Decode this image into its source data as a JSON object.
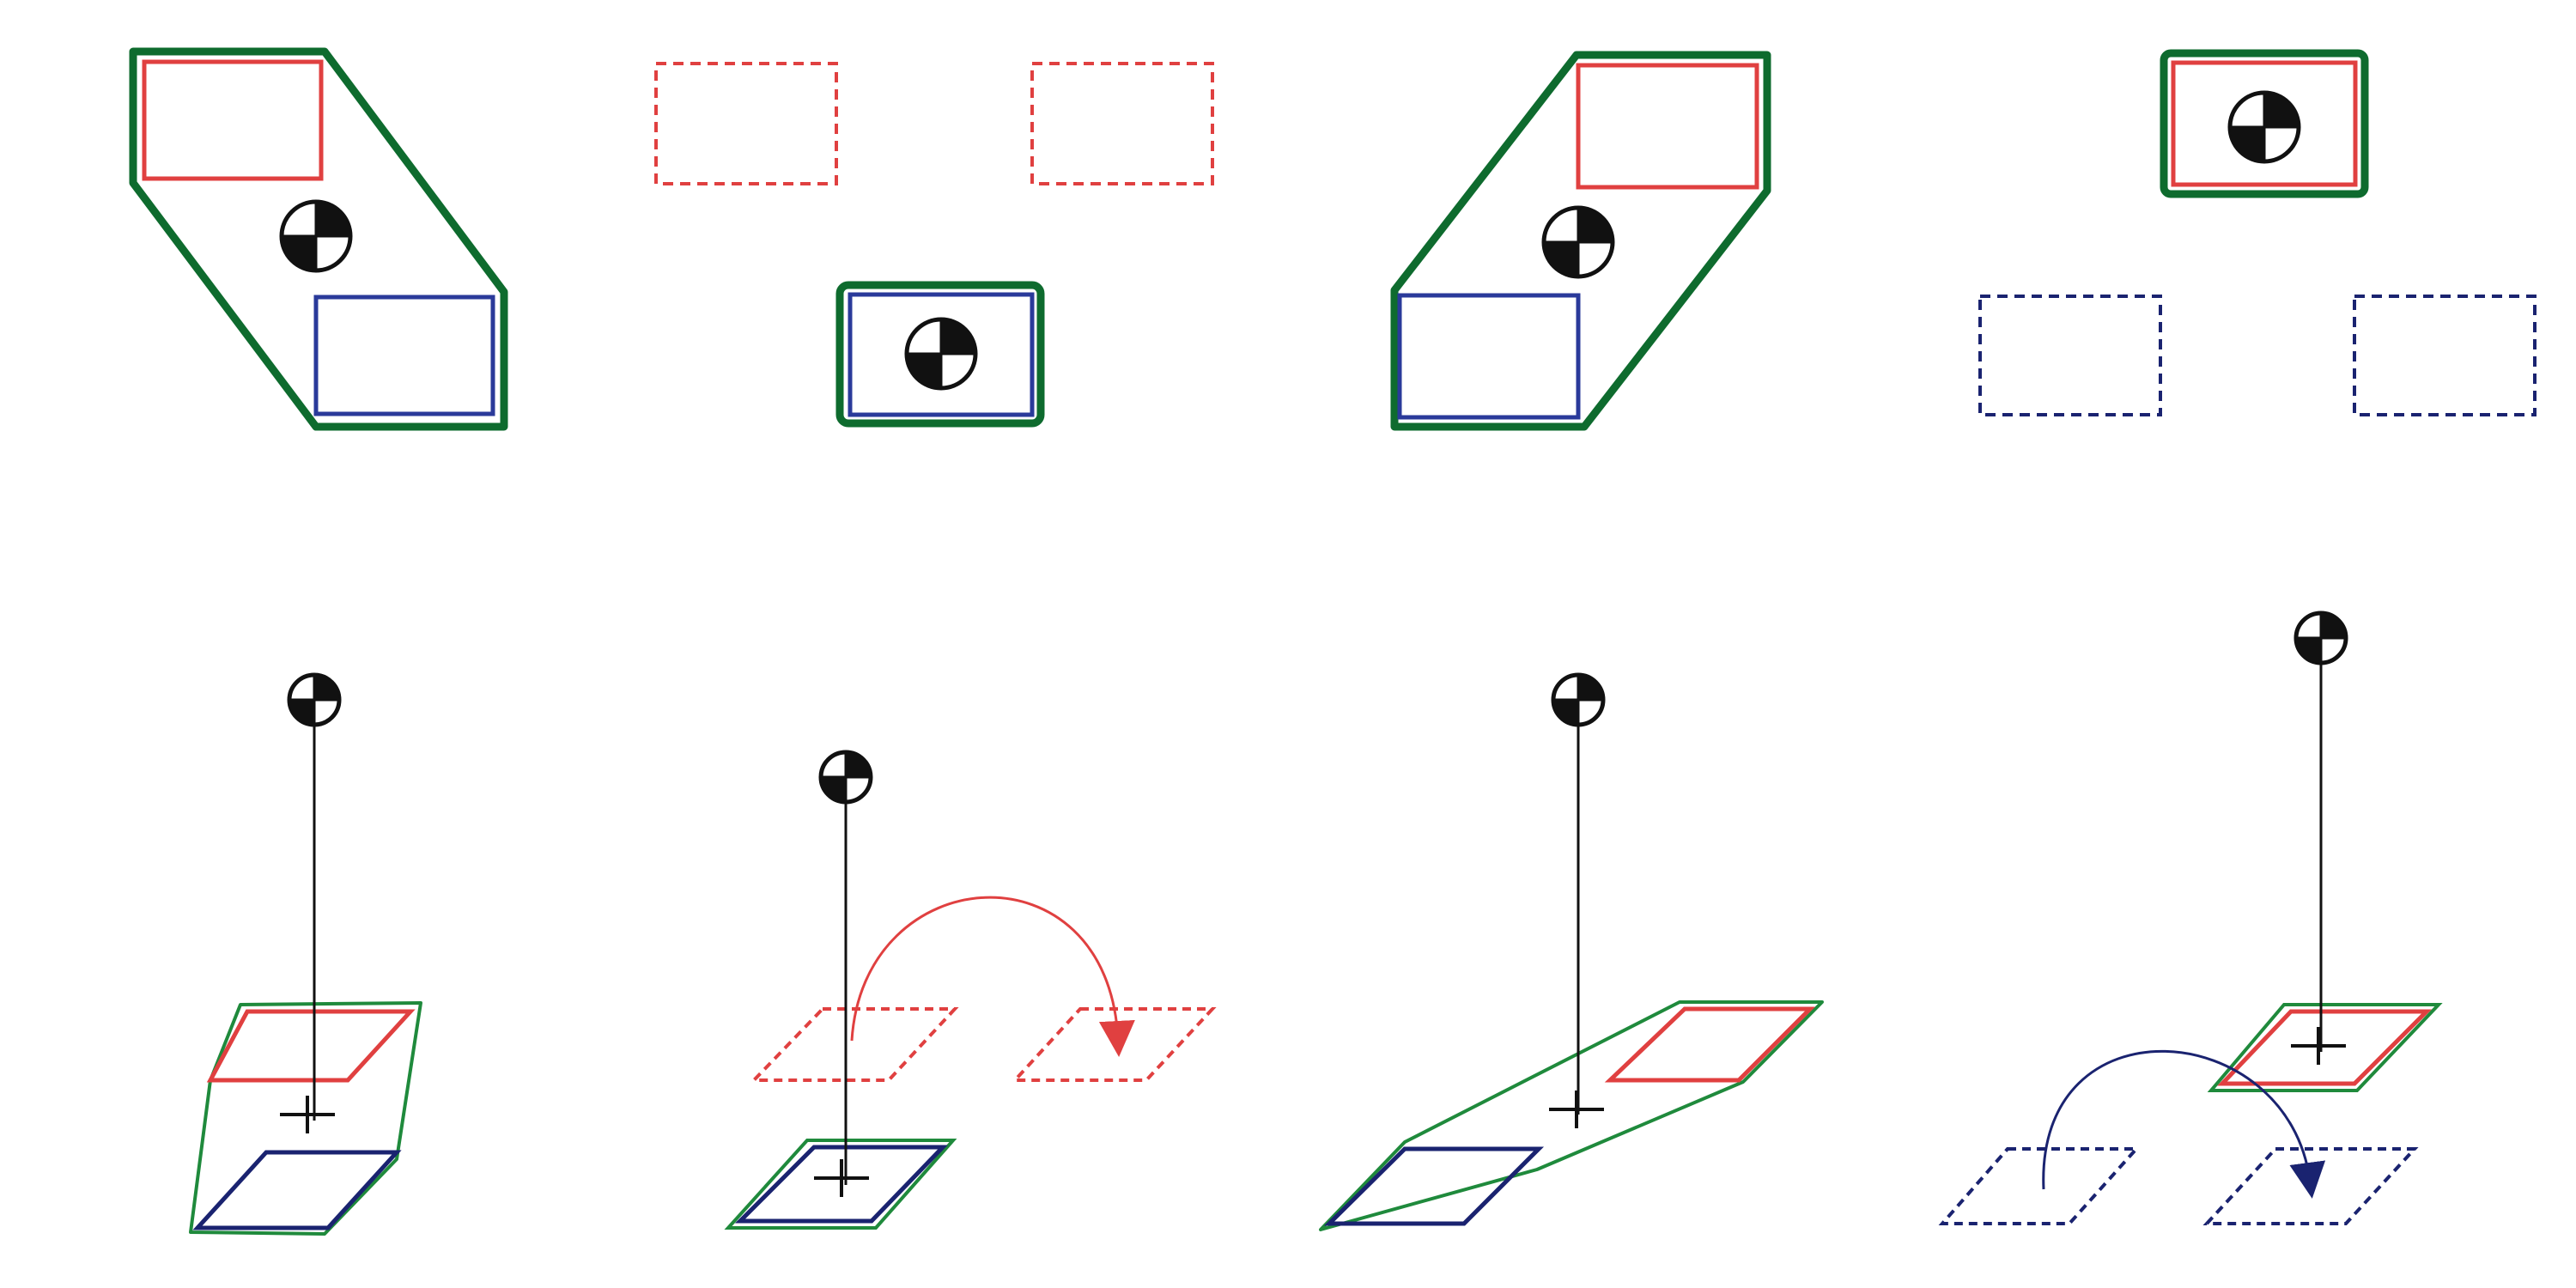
{
  "colors": {
    "background": "#ffffff",
    "support_polygon": "#1f8a3c",
    "support_polygon_thick": "#0e6b2e",
    "left_foot": "#e04040",
    "right_foot": "#2a3a9a",
    "right_foot_dashed": "#1a2370",
    "pendulum": "#111111"
  },
  "icons": {
    "center_of_mass": "center-of-mass-icon",
    "ground_projection": "ground-projection-cross-icon",
    "swing_arrow": "curved-arrow-icon"
  },
  "phases": [
    {
      "support": "double",
      "left_foot": "front",
      "right_foot": "behind"
    },
    {
      "support": "single-right",
      "left_foot": "swing",
      "right_foot": "stance"
    },
    {
      "support": "double",
      "left_foot": "front",
      "right_foot": "behind"
    },
    {
      "support": "single-left",
      "left_foot": "stance",
      "right_foot": "swing"
    }
  ]
}
